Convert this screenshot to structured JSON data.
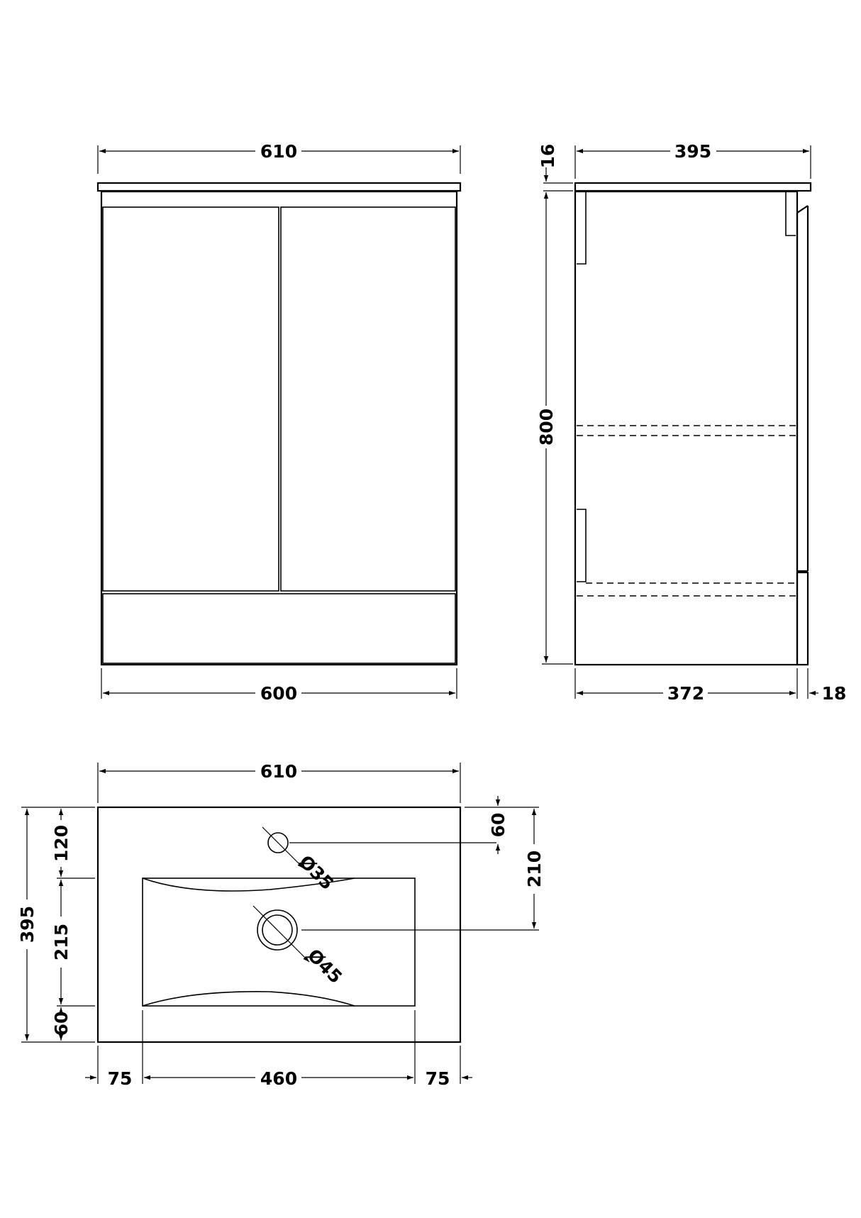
{
  "front_view": {
    "top_width": "610",
    "bottom_width": "600"
  },
  "side_view": {
    "top_thickness": "16",
    "depth": "395",
    "height": "800",
    "carcass_depth": "372",
    "door_thickness": "18"
  },
  "basin_top_view": {
    "width": "610",
    "depth": "395",
    "rear_to_bowl": "120",
    "bowl_depth": "215",
    "front_margin": "60",
    "tap_hole_offset": "60",
    "waste_offset": "210",
    "tap_hole_diameter": "Ø35",
    "waste_diameter": "Ø45",
    "left_margin": "75",
    "bowl_width": "460",
    "right_margin": "75"
  }
}
